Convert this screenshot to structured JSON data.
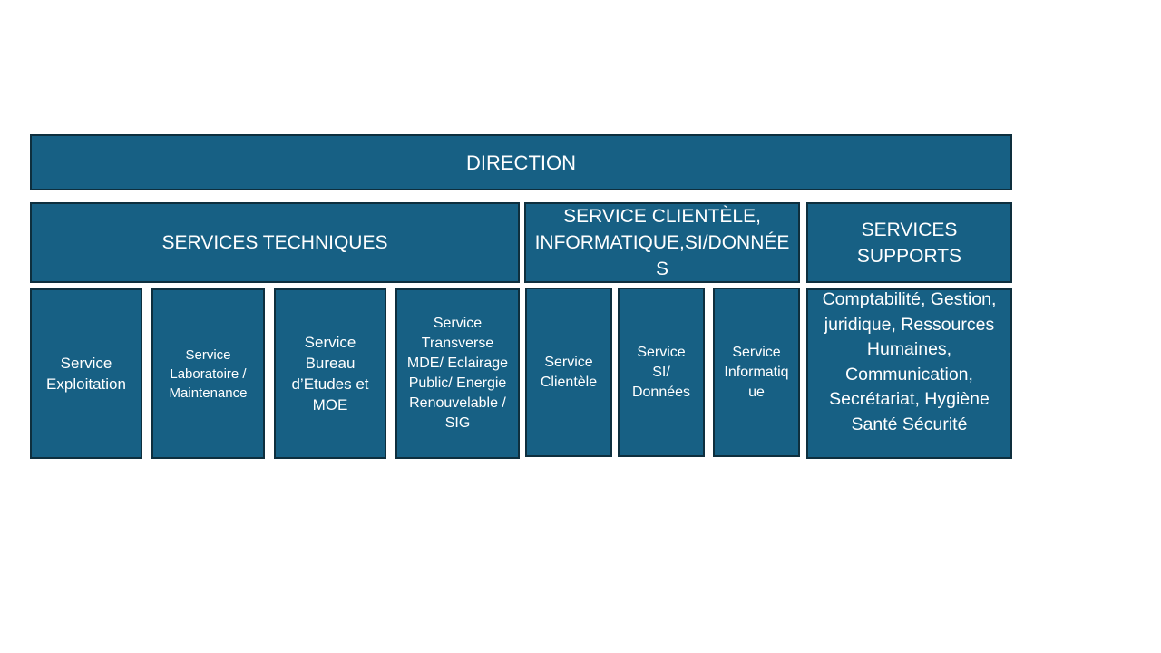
{
  "diagram": {
    "direction": "DIRECTION",
    "departments": {
      "techniques": "SERVICES TECHNIQUES",
      "clientele": "SERVICE CLIENTÈLE, INFORMATIQUE,SI/DONNÉES",
      "supports": "SERVICES SUPPORTS"
    },
    "services": {
      "exploitation": "Service Exploitation",
      "laboratoire": "Service Laboratoire / Maintenance",
      "bureau_etudes": "Service Bureau d’Etudes et MOE",
      "transverse": "Service Transverse MDE/ Eclairage Public/ Energie Renouvelable / SIG",
      "clientele": "Service Clientèle",
      "si_donnees": "Service SI/ Données",
      "informatique": "Service Informatique",
      "supports": "Comptabilité, Gestion, juridique, Ressources Humaines, Communication, Secrétariat, Hygiène Santé Sécurité"
    },
    "colors": {
      "box_fill": "#176084",
      "box_border": "#0e2f3e",
      "text": "#ffffff"
    }
  }
}
